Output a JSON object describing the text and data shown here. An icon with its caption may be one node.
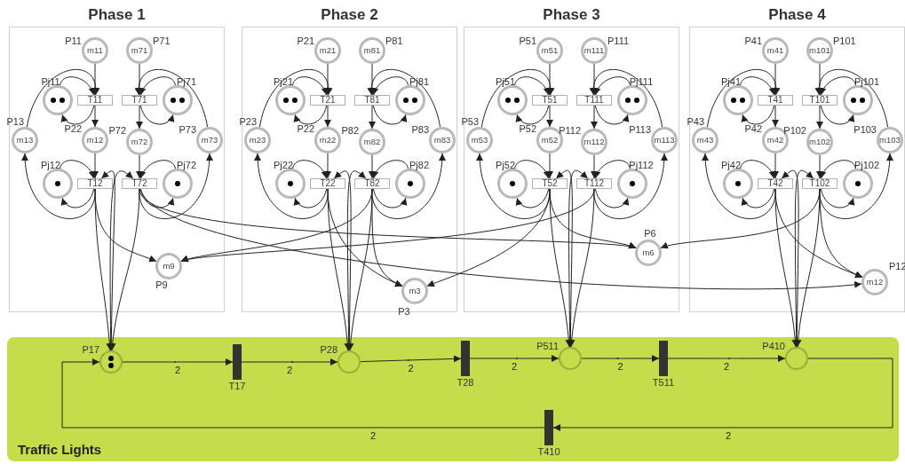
{
  "diagram": {
    "nodes": [
      {
        "text": [
          "Phase 1"
        ]
      },
      {
        "text": [
          "m11"
        ],
        "beside": [
          "P11"
        ],
        "in": 0
      },
      {
        "text": [
          "m71"
        ],
        "beside": [
          "P71"
        ],
        "in": 0
      },
      {
        "text": [],
        "shape": "circle",
        "beside": [
          "Pj11"
        ],
        "in": 0
      },
      {
        "text": [
          "T11"
        ],
        "in": 0
      },
      {
        "text": [
          "T71"
        ],
        "in": 0
      },
      {
        "text": [],
        "shape": "circle",
        "beside": [
          "Pj71"
        ],
        "in": 0
      },
      {
        "text": [
          "m13"
        ],
        "beside": [
          "P13"
        ],
        "in": 0
      },
      {
        "text": [
          "m12"
        ],
        "beside": [
          "P22"
        ],
        "in": 0
      },
      {
        "text": [
          "m72"
        ],
        "beside": [
          "P72"
        ],
        "in": 0
      },
      {
        "text": [
          "m73"
        ],
        "beside": [
          "P73"
        ],
        "in": 0
      },
      {
        "text": [],
        "shape": "circle",
        "beside": [
          "Pj12"
        ],
        "in": 0
      },
      {
        "text": [
          "T12"
        ],
        "in": 0
      },
      {
        "text": [
          "T72"
        ],
        "in": 0
      },
      {
        "text": [],
        "shape": "circle",
        "beside": [
          "Pj72"
        ],
        "in": 0
      },
      {
        "text": [
          "Phase 2"
        ]
      },
      {
        "text": [
          "m21"
        ],
        "beside": [
          "P21"
        ],
        "in": 15
      },
      {
        "text": [
          "m81"
        ],
        "beside": [
          "P81"
        ],
        "in": 15
      },
      {
        "text": [],
        "shape": "circle",
        "beside": [
          "Pj21"
        ],
        "in": 15
      },
      {
        "text": [
          "T21"
        ],
        "in": 15
      },
      {
        "text": [
          "T81"
        ],
        "in": 15
      },
      {
        "text": [],
        "shape": "circle",
        "beside": [
          "Pj81"
        ],
        "in": 15
      },
      {
        "text": [
          "m23"
        ],
        "beside": [
          "P23"
        ],
        "in": 15
      },
      {
        "text": [
          "m22"
        ],
        "beside": [
          "P22"
        ],
        "in": 15
      },
      {
        "text": [
          "m82"
        ],
        "beside": [
          "P82"
        ],
        "in": 15
      },
      {
        "text": [
          "m83"
        ],
        "beside": [
          "P83"
        ],
        "in": 15
      },
      {
        "text": [],
        "shape": "circle",
        "beside": [
          "Pj22"
        ],
        "in": 15
      },
      {
        "text": [
          "T22"
        ],
        "in": 15
      },
      {
        "text": [
          "T82"
        ],
        "in": 15
      },
      {
        "text": [],
        "shape": "circle",
        "beside": [
          "Pj82"
        ],
        "in": 15
      },
      {
        "text": [
          "Phase 3"
        ]
      },
      {
        "text": [
          "m51"
        ],
        "beside": [
          "P51"
        ],
        "in": 30
      },
      {
        "text": [
          "m111"
        ],
        "beside": [
          "P111"
        ],
        "in": 30
      },
      {
        "text": [],
        "shape": "circle",
        "beside": [
          "Pj51"
        ],
        "in": 30
      },
      {
        "text": [
          "T51"
        ],
        "in": 30
      },
      {
        "text": [
          "T111"
        ],
        "in": 30
      },
      {
        "text": [],
        "shape": "circle",
        "beside": [
          "Pj111"
        ],
        "in": 30
      },
      {
        "text": [
          "m53"
        ],
        "beside": [
          "P53"
        ],
        "in": 30
      },
      {
        "text": [
          "m52"
        ],
        "beside": [
          "P52"
        ],
        "in": 30
      },
      {
        "text": [
          "m112"
        ],
        "beside": [
          "P112"
        ],
        "in": 30
      },
      {
        "text": [
          "m113"
        ],
        "beside": [
          "P113"
        ],
        "in": 30
      },
      {
        "text": [],
        "shape": "circle",
        "beside": [
          "Pj52"
        ],
        "in": 30
      },
      {
        "text": [
          "T52"
        ],
        "in": 30
      },
      {
        "text": [
          "T112"
        ],
        "in": 30
      },
      {
        "text": [],
        "shape": "circle",
        "beside": [
          "Pj112"
        ],
        "in": 30
      },
      {
        "text": [
          "Phase 4"
        ]
      },
      {
        "text": [
          "m41"
        ],
        "beside": [
          "P41"
        ],
        "in": 45
      },
      {
        "text": [
          "m101"
        ],
        "beside": [
          "P101"
        ],
        "in": 45
      },
      {
        "text": [],
        "shape": "circle",
        "beside": [
          "Pj41"
        ],
        "in": 45
      },
      {
        "text": [
          "T41"
        ],
        "in": 45
      },
      {
        "text": [
          "T101"
        ],
        "in": 45
      },
      {
        "text": [],
        "shape": "circle",
        "beside": [
          "Pj101"
        ],
        "in": 45
      },
      {
        "text": [
          "m43"
        ],
        "beside": [
          "P43"
        ],
        "in": 45
      },
      {
        "text": [
          "m42"
        ],
        "beside": [
          "P42"
        ],
        "in": 45
      },
      {
        "text": [
          "m102"
        ],
        "beside": [
          "P102"
        ],
        "in": 45
      },
      {
        "text": [
          "m103"
        ],
        "beside": [
          "P103"
        ],
        "in": 45
      },
      {
        "text": [],
        "shape": "circle",
        "beside": [
          "Pj42"
        ],
        "in": 45
      },
      {
        "text": [
          "T42"
        ],
        "in": 45
      },
      {
        "text": [
          "T102"
        ],
        "in": 45
      },
      {
        "text": [],
        "shape": "circle",
        "beside": [
          "Pj102"
        ],
        "in": 45
      },
      {
        "text": [
          "m9"
        ],
        "beside": [
          "P9"
        ],
        "in": 0
      },
      {
        "text": [
          "m3"
        ],
        "beside": [
          "P3"
        ],
        "in": 15
      },
      {
        "text": [
          "m6"
        ],
        "beside": [
          "P6"
        ],
        "in": 30
      },
      {
        "text": [
          "m12"
        ],
        "beside": [
          "P12"
        ],
        "in": 45
      },
      {
        "text": [
          "Traffic Lights"
        ]
      },
      {
        "text": [],
        "shape": "circle",
        "beside": [
          "P17"
        ],
        "in": 64
      },
      {
        "text": [],
        "shape": "bar",
        "beside": [
          "T17"
        ],
        "in": 64
      },
      {
        "text": [],
        "shape": "circle",
        "beside": [
          "P28"
        ],
        "in": 64
      },
      {
        "text": [],
        "shape": "bar",
        "beside": [
          "T28"
        ],
        "in": 64
      },
      {
        "text": [],
        "shape": "circle",
        "beside": [
          "P511"
        ],
        "in": 64
      },
      {
        "text": [],
        "shape": "bar",
        "beside": [
          "T511"
        ],
        "in": 64
      },
      {
        "text": [],
        "shape": "circle",
        "beside": [
          "P410"
        ],
        "in": 64
      },
      {
        "text": [],
        "shape": "bar",
        "beside": [
          "T410"
        ],
        "in": 64
      }
    ],
    "edges": [
      {
        "from": 1,
        "to": 4,
        "arrow": "to"
      },
      {
        "from": 4,
        "to": 8,
        "arrow": "to"
      },
      {
        "from": 3,
        "to": 4,
        "arrow": "to"
      },
      {
        "from": 4,
        "to": 3,
        "arrow": "to"
      },
      {
        "from": 7,
        "to": 4,
        "arrow": "to"
      },
      {
        "from": 8,
        "to": 12,
        "arrow": "to"
      },
      {
        "from": 11,
        "to": 12,
        "arrow": "to"
      },
      {
        "from": 12,
        "to": 11,
        "arrow": "to"
      },
      {
        "from": 12,
        "to": 7,
        "arrow": "to"
      },
      {
        "from": 2,
        "to": 5,
        "arrow": "to"
      },
      {
        "from": 5,
        "to": 9,
        "arrow": "to"
      },
      {
        "from": 6,
        "to": 5,
        "arrow": "to"
      },
      {
        "from": 5,
        "to": 6,
        "arrow": "to"
      },
      {
        "from": 10,
        "to": 5,
        "arrow": "to"
      },
      {
        "from": 9,
        "to": 13,
        "arrow": "to"
      },
      {
        "from": 14,
        "to": 13,
        "arrow": "to"
      },
      {
        "from": 13,
        "to": 14,
        "arrow": "to"
      },
      {
        "from": 13,
        "to": 10,
        "arrow": "to"
      },
      {
        "from": 12,
        "to": 65,
        "arrow": "to"
      },
      {
        "from": 13,
        "to": 65,
        "arrow": "to"
      },
      {
        "from": 65,
        "to": 12,
        "arrow": "to"
      },
      {
        "from": 65,
        "to": 13,
        "arrow": "to"
      },
      {
        "from": 16,
        "to": 19,
        "arrow": "to"
      },
      {
        "from": 19,
        "to": 23,
        "arrow": "to"
      },
      {
        "from": 18,
        "to": 19,
        "arrow": "to"
      },
      {
        "from": 19,
        "to": 18,
        "arrow": "to"
      },
      {
        "from": 22,
        "to": 19,
        "arrow": "to"
      },
      {
        "from": 23,
        "to": 27,
        "arrow": "to"
      },
      {
        "from": 26,
        "to": 27,
        "arrow": "to"
      },
      {
        "from": 27,
        "to": 26,
        "arrow": "to"
      },
      {
        "from": 27,
        "to": 22,
        "arrow": "to"
      },
      {
        "from": 17,
        "to": 20,
        "arrow": "to"
      },
      {
        "from": 20,
        "to": 24,
        "arrow": "to"
      },
      {
        "from": 21,
        "to": 20,
        "arrow": "to"
      },
      {
        "from": 20,
        "to": 21,
        "arrow": "to"
      },
      {
        "from": 25,
        "to": 20,
        "arrow": "to"
      },
      {
        "from": 24,
        "to": 28,
        "arrow": "to"
      },
      {
        "from": 29,
        "to": 28,
        "arrow": "to"
      },
      {
        "from": 28,
        "to": 29,
        "arrow": "to"
      },
      {
        "from": 28,
        "to": 25,
        "arrow": "to"
      },
      {
        "from": 27,
        "to": 67,
        "arrow": "to"
      },
      {
        "from": 28,
        "to": 67,
        "arrow": "to"
      },
      {
        "from": 67,
        "to": 27,
        "arrow": "to"
      },
      {
        "from": 67,
        "to": 28,
        "arrow": "to"
      },
      {
        "from": 31,
        "to": 34,
        "arrow": "to"
      },
      {
        "from": 34,
        "to": 38,
        "arrow": "to"
      },
      {
        "from": 33,
        "to": 34,
        "arrow": "to"
      },
      {
        "from": 34,
        "to": 33,
        "arrow": "to"
      },
      {
        "from": 37,
        "to": 34,
        "arrow": "to"
      },
      {
        "from": 38,
        "to": 42,
        "arrow": "to"
      },
      {
        "from": 41,
        "to": 42,
        "arrow": "to"
      },
      {
        "from": 42,
        "to": 41,
        "arrow": "to"
      },
      {
        "from": 42,
        "to": 37,
        "arrow": "to"
      },
      {
        "from": 32,
        "to": 35,
        "arrow": "to"
      },
      {
        "from": 35,
        "to": 39,
        "arrow": "to"
      },
      {
        "from": 36,
        "to": 35,
        "arrow": "to"
      },
      {
        "from": 35,
        "to": 36,
        "arrow": "to"
      },
      {
        "from": 40,
        "to": 35,
        "arrow": "to"
      },
      {
        "from": 39,
        "to": 43,
        "arrow": "to"
      },
      {
        "from": 44,
        "to": 43,
        "arrow": "to"
      },
      {
        "from": 43,
        "to": 44,
        "arrow": "to"
      },
      {
        "from": 43,
        "to": 40,
        "arrow": "to"
      },
      {
        "from": 42,
        "to": 69,
        "arrow": "to"
      },
      {
        "from": 43,
        "to": 69,
        "arrow": "to"
      },
      {
        "from": 69,
        "to": 42,
        "arrow": "to"
      },
      {
        "from": 69,
        "to": 43,
        "arrow": "to"
      },
      {
        "from": 46,
        "to": 49,
        "arrow": "to"
      },
      {
        "from": 49,
        "to": 53,
        "arrow": "to"
      },
      {
        "from": 48,
        "to": 49,
        "arrow": "to"
      },
      {
        "from": 49,
        "to": 48,
        "arrow": "to"
      },
      {
        "from": 52,
        "to": 49,
        "arrow": "to"
      },
      {
        "from": 53,
        "to": 57,
        "arrow": "to"
      },
      {
        "from": 56,
        "to": 57,
        "arrow": "to"
      },
      {
        "from": 57,
        "to": 56,
        "arrow": "to"
      },
      {
        "from": 57,
        "to": 52,
        "arrow": "to"
      },
      {
        "from": 47,
        "to": 50,
        "arrow": "to"
      },
      {
        "from": 50,
        "to": 54,
        "arrow": "to"
      },
      {
        "from": 51,
        "to": 50,
        "arrow": "to"
      },
      {
        "from": 50,
        "to": 51,
        "arrow": "to"
      },
      {
        "from": 55,
        "to": 50,
        "arrow": "to"
      },
      {
        "from": 54,
        "to": 58,
        "arrow": "to"
      },
      {
        "from": 59,
        "to": 58,
        "arrow": "to"
      },
      {
        "from": 58,
        "to": 59,
        "arrow": "to"
      },
      {
        "from": 58,
        "to": 55,
        "arrow": "to"
      },
      {
        "from": 57,
        "to": 71,
        "arrow": "to"
      },
      {
        "from": 58,
        "to": 71,
        "arrow": "to"
      },
      {
        "from": 71,
        "to": 57,
        "arrow": "to"
      },
      {
        "from": 71,
        "to": 58,
        "arrow": "to"
      },
      {
        "from": 12,
        "to": 60,
        "arrow": "to"
      },
      {
        "from": 28,
        "to": 60,
        "arrow": "to"
      },
      {
        "from": 43,
        "to": 60,
        "arrow": "to"
      },
      {
        "from": 27,
        "to": 61,
        "arrow": "to"
      },
      {
        "from": 28,
        "to": 61,
        "arrow": "to"
      },
      {
        "from": 42,
        "to": 61,
        "arrow": "to"
      },
      {
        "from": 13,
        "to": 62,
        "arrow": "to"
      },
      {
        "from": 42,
        "to": 62,
        "arrow": "to"
      },
      {
        "from": 58,
        "to": 62,
        "arrow": "to"
      },
      {
        "from": 13,
        "to": 63,
        "arrow": "to"
      },
      {
        "from": 57,
        "to": 63,
        "arrow": "to"
      },
      {
        "from": 58,
        "to": 63,
        "arrow": "to"
      },
      {
        "from": 65,
        "to": 66,
        "arrow": "to",
        "label": "2"
      },
      {
        "from": 66,
        "to": 67,
        "arrow": "to",
        "label": "2"
      },
      {
        "from": 67,
        "to": 68,
        "arrow": "to",
        "label": "2"
      },
      {
        "from": 68,
        "to": 69,
        "arrow": "to",
        "label": "2"
      },
      {
        "from": 69,
        "to": 70,
        "arrow": "to",
        "label": "2"
      },
      {
        "from": 70,
        "to": 71,
        "arrow": "to",
        "label": "2"
      },
      {
        "from": 71,
        "to": 72,
        "arrow": "to",
        "label": "2"
      },
      {
        "from": 72,
        "to": 65,
        "arrow": "to",
        "label": "2"
      }
    ]
  }
}
